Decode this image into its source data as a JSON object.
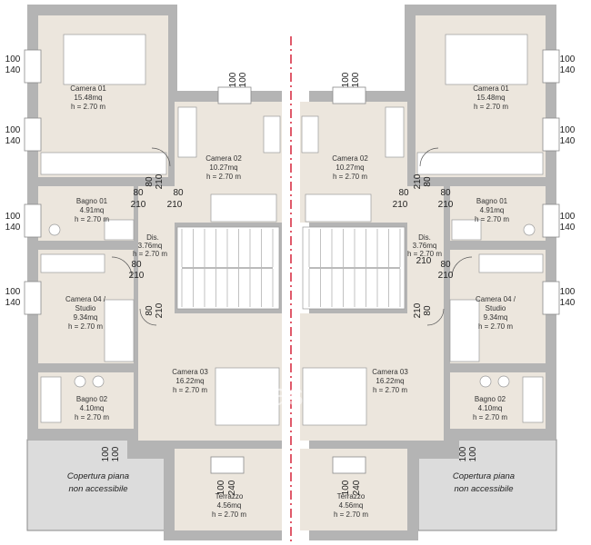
{
  "colors": {
    "wall": "#b4b4b4",
    "floor": "#ece6dd",
    "furniture": "#ffffff",
    "roof": "#dcdcdc",
    "axis": "#d0021b"
  },
  "rooms": {
    "camera01": {
      "name": "Camera 01",
      "area": "15.48mq",
      "height": "h = 2.70 m"
    },
    "camera02": {
      "name": "Camera 02",
      "area": "10.27mq",
      "height": "h = 2.70 m"
    },
    "bagno01": {
      "name": "Bagno 01",
      "area": "4.91mq",
      "height": "h = 2.70 m"
    },
    "dis": {
      "name": "Dis.",
      "area": "3.76mq",
      "height": "h = 2.70 m"
    },
    "camera04": {
      "name": "Camera 04 /",
      "name2": "Studio",
      "area": "9.34mq",
      "height": "h = 2.70 m"
    },
    "camera03": {
      "name": "Camera 03",
      "area": "16.22mq",
      "height": "h = 2.70 m"
    },
    "bagno02": {
      "name": "Bagno 02",
      "area": "4.10mq",
      "height": "h = 2.70 m"
    },
    "terrazzo": {
      "name": "Terrazzo",
      "area": "4.56mq",
      "height": "h = 2.70 m"
    }
  },
  "roof_note": {
    "line1": "Copertura piana",
    "line2": "non accessibile"
  },
  "dimensions": {
    "w100": "100",
    "w140": "140",
    "d80": "80",
    "d210": "210",
    "d240": "240"
  },
  "watermark": "casa.it"
}
